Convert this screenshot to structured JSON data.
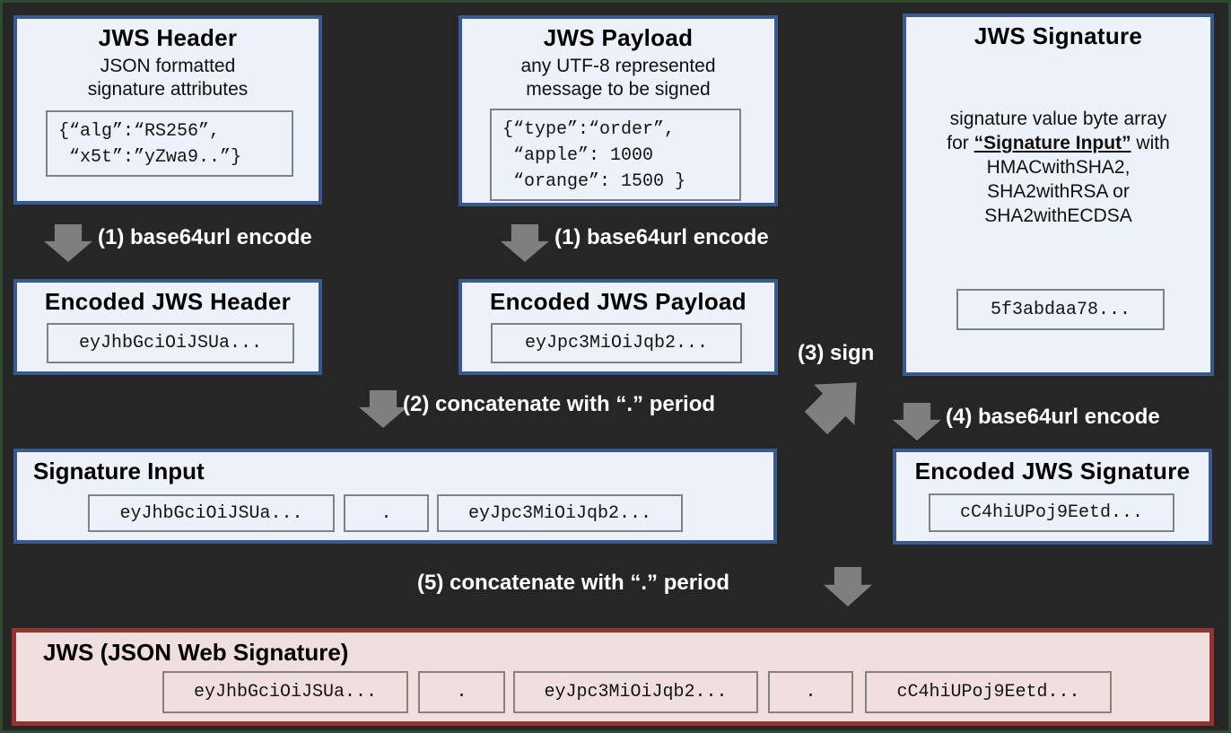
{
  "colors": {
    "background": "#262626",
    "frame_border": "#2F4A33",
    "panel_fill": "#ECF1FA",
    "panel_border": "#3A5A8F",
    "code_border": "#828282",
    "arrow": "#7F7F7F",
    "step_text": "#FFFFFF",
    "jws_fill": "#F1DEDE",
    "jws_border": "#8F3533"
  },
  "panels": {
    "jws_header": {
      "title": "JWS Header",
      "subtitle": [
        "JSON formatted",
        "signature attributes"
      ],
      "code": [
        "{“alg”:“RS256”,",
        " “x5t”:”yZwa9..”}"
      ]
    },
    "jws_payload": {
      "title": "JWS Payload",
      "subtitle": [
        "any UTF-8 represented",
        "message to be signed"
      ],
      "code": [
        "{“type”:“order”,",
        " “apple”: 1000",
        " “orange”: 1500 }"
      ]
    },
    "jws_signature": {
      "title": "JWS Signature",
      "desc": {
        "line1": "signature value byte array",
        "line2_prefix": "for ",
        "line2_emph": "“Signature Input”",
        "line2_suffix": " with",
        "line3": "HMACwithSHA2,",
        "line4": "SHA2withRSA or",
        "line5": "SHA2withECDSA"
      },
      "code": "5f3abdaa78..."
    },
    "encoded_header": {
      "title": "Encoded JWS Header",
      "code": "eyJhbGciOiJSUa..."
    },
    "encoded_payload": {
      "title": "Encoded JWS Payload",
      "code": "eyJpc3MiOiJqb2..."
    },
    "signature_input": {
      "title": "Signature Input",
      "parts": [
        "eyJhbGciOiJSUa...",
        ".",
        "eyJpc3MiOiJqb2..."
      ]
    },
    "encoded_signature": {
      "title": "Encoded JWS Signature",
      "code": "cC4hiUPoj9Eetd..."
    },
    "jws": {
      "title": "JWS (JSON Web Signature)",
      "parts": [
        "eyJhbGciOiJSUa...",
        ".",
        "eyJpc3MiOiJqb2...",
        ".",
        "cC4hiUPoj9Eetd..."
      ]
    }
  },
  "steps": {
    "step1_header": "(1) base64url encode",
    "step1_payload": "(1) base64url encode",
    "step2": "(2) concatenate with “.” period",
    "step3": "(3) sign",
    "step4": "(4) base64url encode",
    "step5": "(5) concatenate with “.” period"
  }
}
